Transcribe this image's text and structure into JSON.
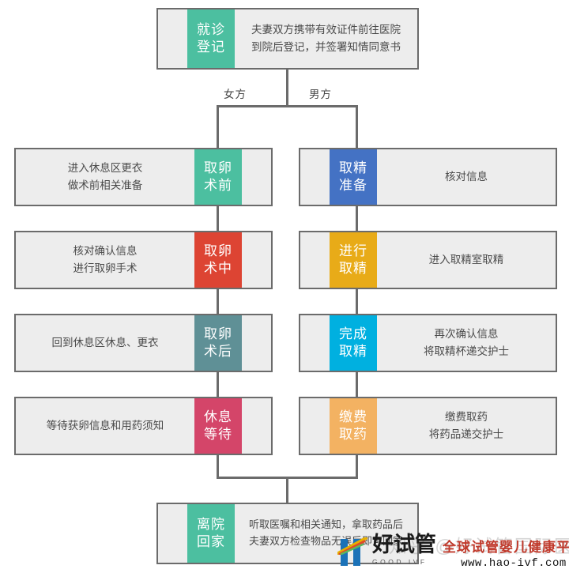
{
  "diagram": {
    "title_node": {
      "tag": "就诊\n登记",
      "desc": "夫妻双方携带有效证件前往医院\n到院后登记，并签署知情同意书",
      "color": "#4cbfa0"
    },
    "branches": [
      {
        "label": "女方"
      },
      {
        "label": "男方"
      }
    ],
    "female_column": [
      {
        "tag": "取卵\n术前",
        "desc": "进入休息区更衣\n做术前相关准备",
        "color": "#4cbfa0"
      },
      {
        "tag": "取卵\n术中",
        "desc": "核对确认信息\n进行取卵手术",
        "color": "#dd4433"
      },
      {
        "tag": "取卵\n术后",
        "desc": "回到休息区休息、更衣",
        "color": "#5f9096"
      },
      {
        "tag": "休息\n等待",
        "desc": "等待获卵信息和用药须知",
        "color": "#d44569"
      }
    ],
    "male_column": [
      {
        "tag": "取精\n准备",
        "desc": "核对信息",
        "color": "#4472c4"
      },
      {
        "tag": "进行\n取精",
        "desc": "进入取精室取精",
        "color": "#e8ab18"
      },
      {
        "tag": "完成\n取精",
        "desc": "再次确认信息\n将取精杯递交护士",
        "color": "#00b0e0"
      },
      {
        "tag": "缴费\n取药",
        "desc": "缴费取药\n将药品递交护士",
        "color": "#f3b262"
      }
    ],
    "final_node": {
      "tag": "离院\n回家",
      "desc": "听取医嘱和相关通知，拿取药品后\n夫妻双方检查物品无误后即可回家",
      "color": "#4cbfa0"
    }
  },
  "watermarks": {
    "zhihu": "知乎 @好试管国际医生",
    "logo_cn": "好试管",
    "logo_en": "GOOD IVF",
    "site_cn": "全球试管婴儿健康平台",
    "site_url": "www.hao-ivf.com"
  },
  "colors": {
    "border": "#6b6b6b",
    "box_fill": "#ededed",
    "text": "#4a4a4a",
    "accent_teal": "#4cbfa0",
    "accent_blue": "#4472c4",
    "accent_red": "#dd4433",
    "accent_gold": "#e8ab18",
    "accent_slate": "#5f9096",
    "accent_cyan": "#00b0e0",
    "accent_pink": "#d44569",
    "accent_orange": "#f3b262",
    "site_red": "#c0392b"
  }
}
